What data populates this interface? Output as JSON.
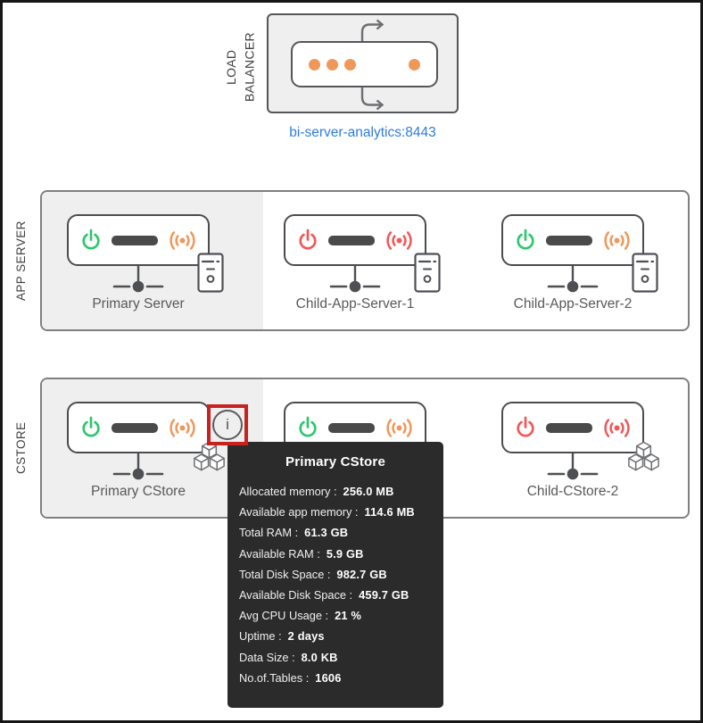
{
  "colors": {
    "green": "#2dc76d",
    "red": "#f25757",
    "orange": "#f0975a",
    "link_blue": "#2f7ce0",
    "tooltip_bg": "#2b2b2b",
    "highlight_red": "#c9211e",
    "cell_gray": "#efefef",
    "border_dark": "#4a4c50",
    "border_mid": "#7d7f83",
    "text_gray": "#58595b",
    "label_dark": "#414042",
    "bar_dark": "#4a4a4a"
  },
  "load_balancer": {
    "label": "LOAD BALANCER",
    "endpoint": "bi-server-analytics:8443"
  },
  "sections": [
    {
      "label": "APP SERVER",
      "nodes": [
        {
          "name": "Primary Server",
          "power": "green",
          "signal": "orange",
          "selected": true
        },
        {
          "name": "Child-App-Server-1",
          "power": "red",
          "signal": "red",
          "selected": false
        },
        {
          "name": "Child-App-Server-2",
          "power": "green",
          "signal": "orange",
          "selected": false
        }
      ]
    },
    {
      "label": "CSTORE",
      "nodes": [
        {
          "name": "Primary CStore",
          "power": "green",
          "signal": "orange",
          "selected": true
        },
        {
          "name": "",
          "power": "green",
          "signal": "orange",
          "selected": false
        },
        {
          "name": "Child-CStore-2",
          "power": "red",
          "signal": "red",
          "selected": false
        }
      ]
    }
  ],
  "info_icon": {
    "glyph": "i"
  },
  "tooltip": {
    "title": "Primary CStore",
    "rows": [
      {
        "label": "Allocated memory :",
        "value": "256.0 MB"
      },
      {
        "label": "Available app memory :",
        "value": "114.6 MB"
      },
      {
        "label": "Total RAM :",
        "value": "61.3 GB"
      },
      {
        "label": "Available RAM :",
        "value": "5.9 GB"
      },
      {
        "label": "Total Disk Space :",
        "value": "982.7 GB"
      },
      {
        "label": "Available Disk Space :",
        "value": "459.7 GB"
      },
      {
        "label": "Avg CPU Usage :",
        "value": "21 %"
      },
      {
        "label": "Uptime :",
        "value": "2 days"
      },
      {
        "label": "Data Size :",
        "value": "8.0 KB"
      },
      {
        "label": "No.of.Tables :",
        "value": "1606"
      }
    ]
  }
}
